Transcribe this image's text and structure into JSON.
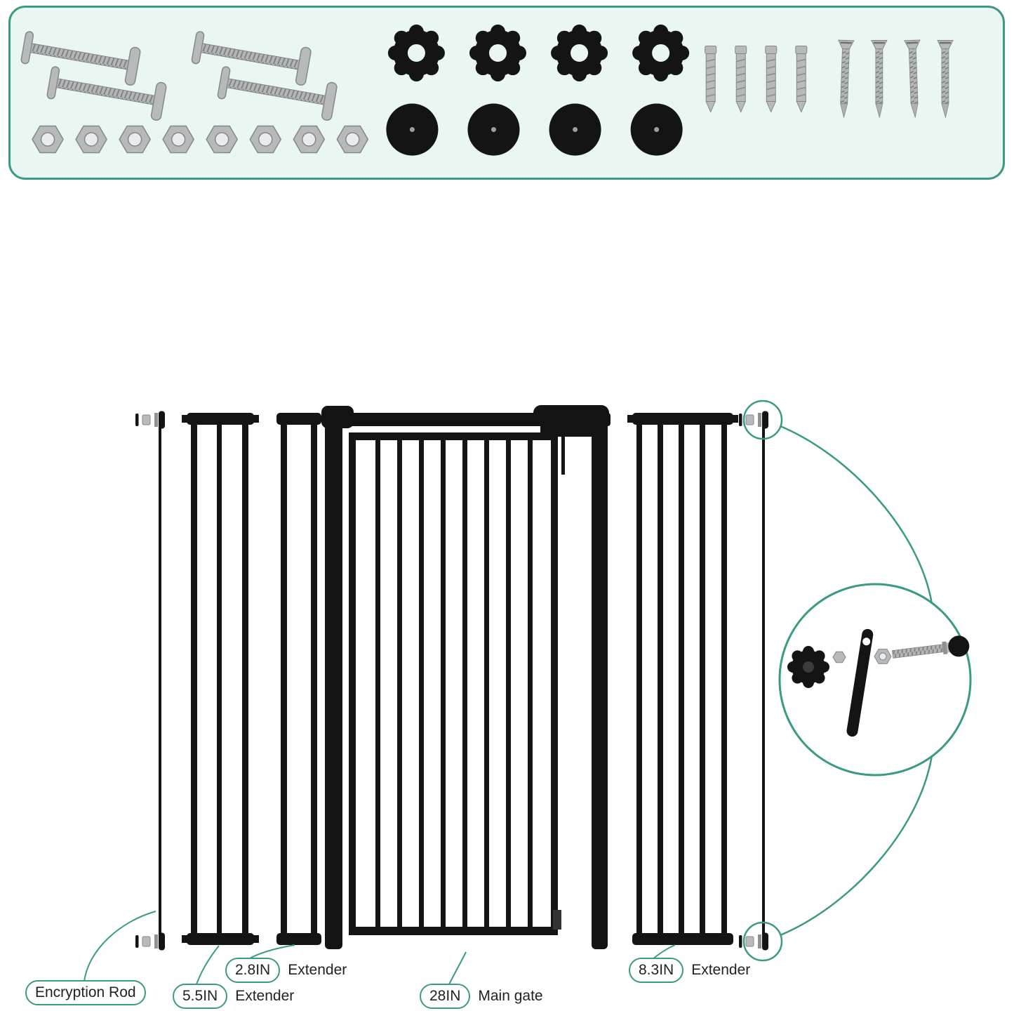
{
  "colors": {
    "accent": "#3c9a84",
    "panel_bg": "#eaf6f1",
    "ink": "#141414",
    "text": "#222222"
  },
  "hardware_panel": {
    "items": [
      {
        "icon": "threaded-rod-icon",
        "count": 4
      },
      {
        "icon": "hex-nut-icon",
        "count": 8
      },
      {
        "icon": "pressure-knob-icon",
        "count": 4
      },
      {
        "icon": "wall-cup-icon",
        "count": 4
      },
      {
        "icon": "wall-anchor-icon",
        "count": 4
      },
      {
        "icon": "screw-icon",
        "count": 4
      }
    ]
  },
  "labels": {
    "encryption_rod": "Encryption Rod",
    "ext_55": {
      "size": "5.5IN",
      "text": "Extender"
    },
    "ext_28": {
      "size": "2.8IN",
      "text": "Extender"
    },
    "main_gate": {
      "size": "28IN",
      "text": "Main gate"
    },
    "ext_83": {
      "size": "8.3IN",
      "text": "Extender"
    }
  }
}
